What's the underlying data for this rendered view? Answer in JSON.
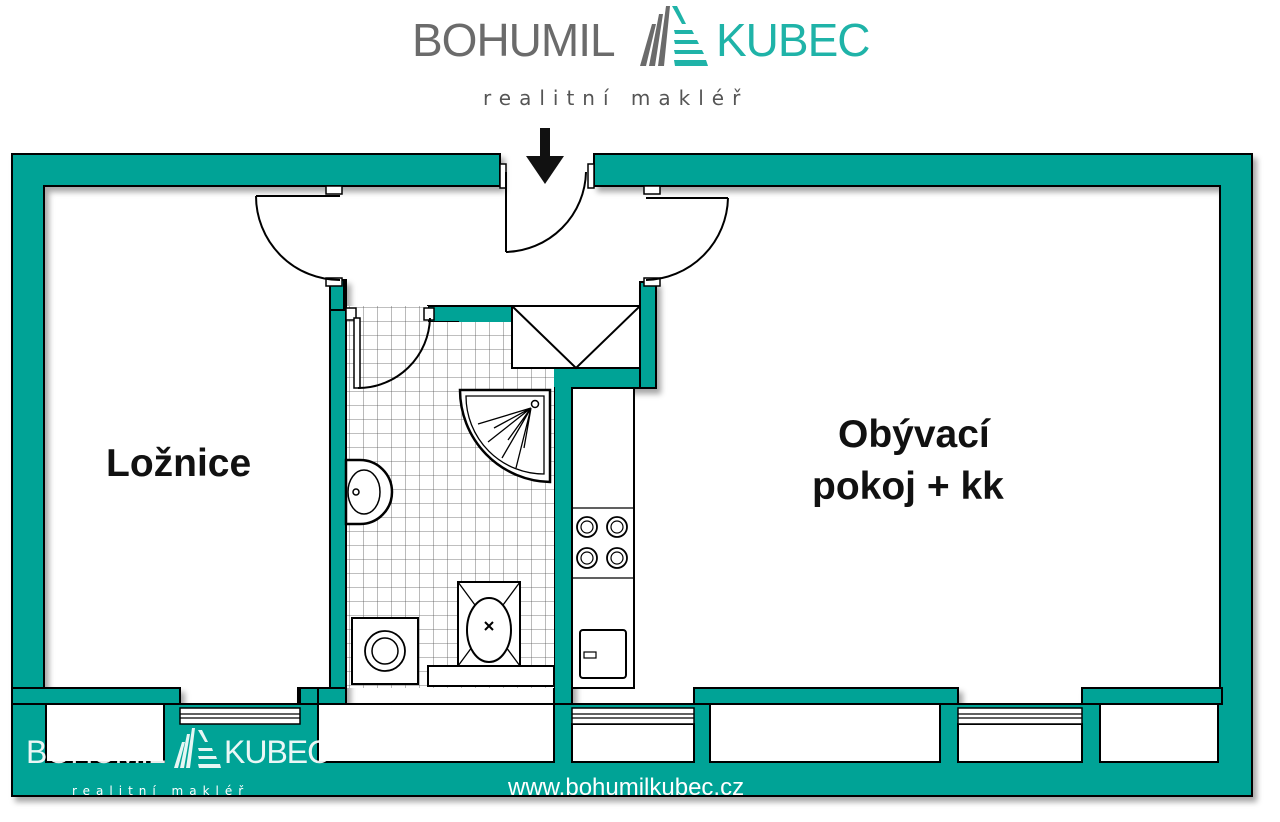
{
  "logo": {
    "name_left": "BOHUMIL",
    "name_right": "KUBEC",
    "tagline": "realitní makléř"
  },
  "rooms": {
    "bedroom": "Ložnice",
    "living_line1": "Obývací",
    "living_line2": "pokoj + kk"
  },
  "watermark": {
    "name_left": "BOHUMIL",
    "name_right": "KUBEC",
    "tagline": "realitní makléř",
    "website": "www.bohumilkubec.cz"
  },
  "colors": {
    "wall": "#00a396",
    "brand_teal": "#1fb3a8",
    "brand_gray": "#6b6b6b"
  }
}
